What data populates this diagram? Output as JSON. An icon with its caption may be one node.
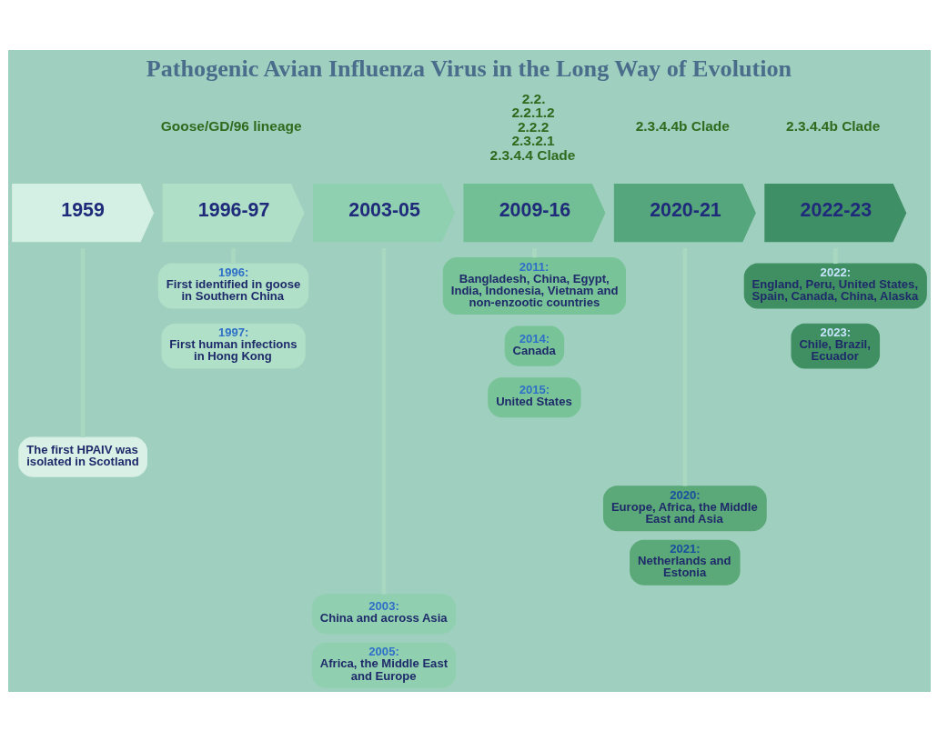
{
  "diagram": {
    "title": "Pathogenic Avian Influenza Virus in the Long Way of Evolution",
    "nodes": [
      {
        "text": [
          "1959"
        ]
      },
      {
        "text": [
          "1996-97"
        ],
        "beside": [
          "Goose/GD/96 lineage"
        ]
      },
      {
        "text": [
          "2003-05"
        ]
      },
      {
        "text": [
          "2009-16"
        ],
        "beside": [
          "2.2.",
          "2.2.1.2",
          "2.2.2",
          "2.3.2.1",
          "2.3.4.4 Clade"
        ]
      },
      {
        "text": [
          "2020-21"
        ],
        "beside": [
          "2.3.4.4b Clade"
        ]
      },
      {
        "text": [
          "2022-23"
        ],
        "beside": [
          "2.3.4.4b Clade"
        ]
      },
      {
        "text": [
          "The first HPAIV was isolated in Scotland"
        ]
      },
      {
        "text": [
          "1996:",
          "First identified in goose in Southern China"
        ]
      },
      {
        "text": [
          "1997:",
          "First human infections in Hong Kong"
        ]
      },
      {
        "text": [
          "2003:",
          "China and across Asia"
        ]
      },
      {
        "text": [
          "2005:",
          "Africa, the Middle East and Europe"
        ]
      },
      {
        "text": [
          "2011:",
          "Bangladesh, China, Egypt, India, Indonesia, Vietnam and non-enzootic countries"
        ]
      },
      {
        "text": [
          "2014:",
          "Canada"
        ]
      },
      {
        "text": [
          "2015:",
          "United States"
        ]
      },
      {
        "text": [
          "2020:",
          "Europe, Africa, the Middle East and Asia"
        ]
      },
      {
        "text": [
          "2021:",
          "Netherlands and Estonia"
        ]
      },
      {
        "text": [
          "2022:",
          "England, Peru, United States, Spain, Canada, China, Alaska"
        ]
      },
      {
        "text": [
          "2023:",
          "Chile, Brazil, Ecuador"
        ]
      }
    ],
    "edges": [
      {
        "from": 0,
        "to": 6,
        "arrow": "none"
      },
      {
        "from": 1,
        "to": 7,
        "arrow": "none"
      },
      {
        "from": 2,
        "to": 9,
        "arrow": "none"
      },
      {
        "from": 3,
        "to": 11,
        "arrow": "none"
      },
      {
        "from": 4,
        "to": 14,
        "arrow": "none"
      },
      {
        "from": 5,
        "to": 16,
        "arrow": "none"
      }
    ]
  }
}
